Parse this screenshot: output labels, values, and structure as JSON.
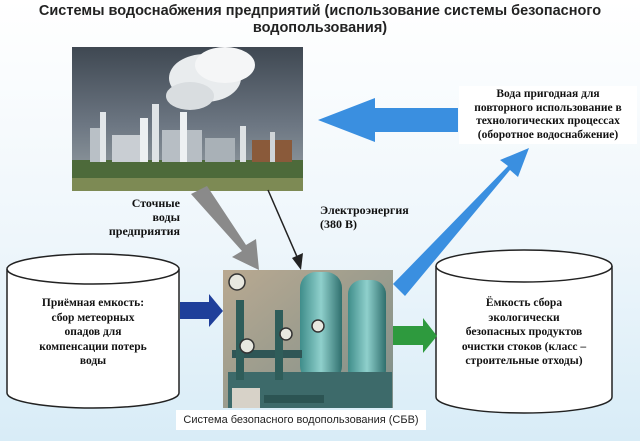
{
  "title": {
    "line1": "Системы водоснабжения предприятий (использование системы безопасного",
    "line2": "водопользования)"
  },
  "labels": {
    "wastewater": [
      "Сточные",
      "воды",
      "предприятия"
    ],
    "electricity": [
      "Электроэнергия",
      "(380 В)"
    ],
    "reuse_water": [
      "Вода пригодная для",
      "повторного использование в",
      "технологических процессах",
      "(оборотное водоснабжение)"
    ]
  },
  "cylinders": {
    "left": [
      "Приёмная емкость:",
      "сбор метеорных",
      "опадов для",
      "компенсации потерь",
      "воды"
    ],
    "right": [
      "Ёмкость сбора",
      "экологически",
      "безопасных продуктов",
      "очистки стоков (класс –",
      "строительные отходы)"
    ]
  },
  "caption": "Система безопасного водопользования (СБВ)",
  "colors": {
    "arrow_blue": "#3a8fe0",
    "arrow_navy": "#1f3f9a",
    "arrow_green": "#2e9a3e",
    "arrow_gray": "#8a8a8a"
  }
}
